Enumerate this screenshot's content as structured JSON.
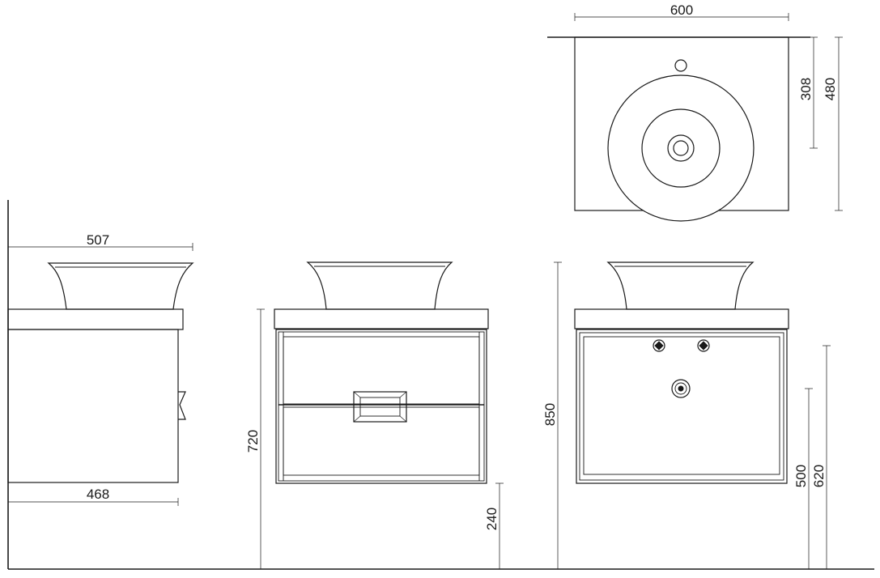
{
  "dimensions": {
    "top_width": "600",
    "top_depth_to_tap": "308",
    "top_depth": "480",
    "side_basin_width": "507",
    "side_cabinet_width": "468",
    "front_height": "720",
    "front_floor_gap": "240",
    "back_total_height": "850",
    "back_drain_height": "500",
    "back_pipe_height": "620"
  },
  "colors": {
    "line": "#1a1a1a",
    "background": "#ffffff"
  }
}
